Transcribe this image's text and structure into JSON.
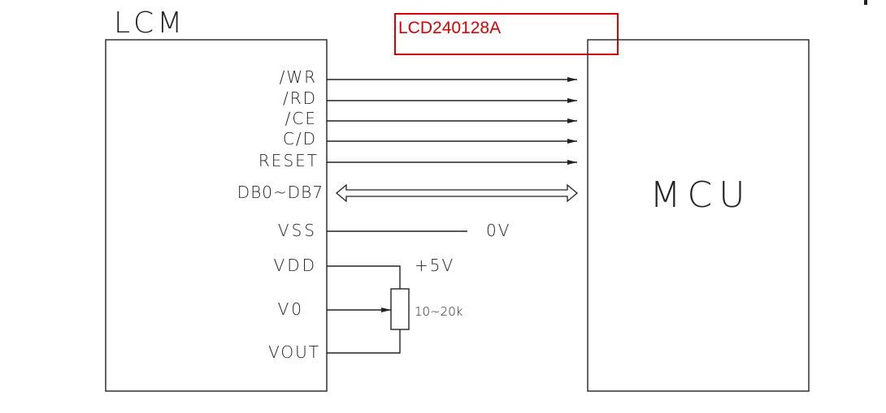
{
  "lcm_title": "LCM",
  "model_label": "LCD240128A",
  "mcu_label": "MCU",
  "signals": {
    "wr": "/WR",
    "rd": "/RD",
    "ce": "/CE",
    "cd": "C/D",
    "reset": "RESET",
    "db": "DB0~DB7"
  },
  "power": {
    "vss": "VSS",
    "vss_value": "0V",
    "vdd": "VDD",
    "vdd_value": "+5V",
    "v0": "V0",
    "vout": "VOUT",
    "pot_value": "10~20k"
  },
  "colors": {
    "line": "#222222",
    "model_box": "#dd0000"
  }
}
